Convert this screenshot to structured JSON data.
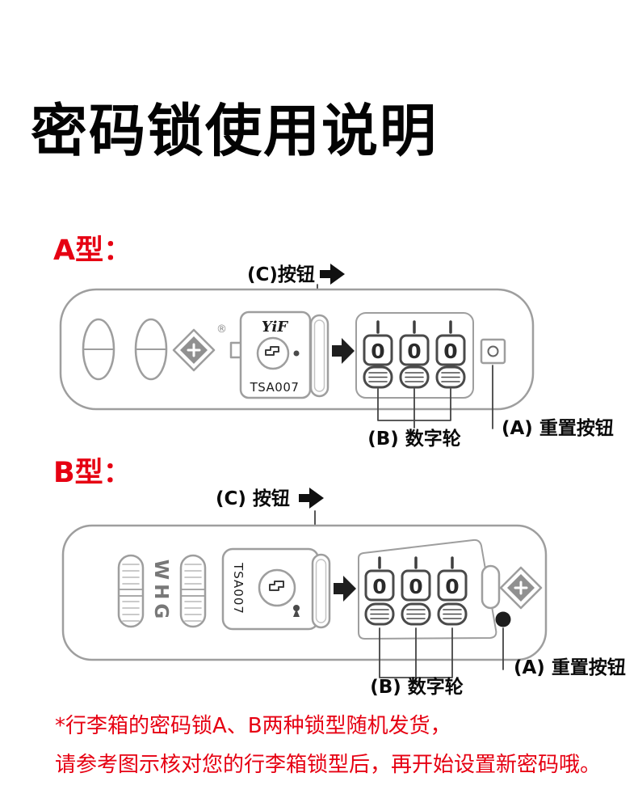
{
  "title": "密码锁使用说明",
  "colors": {
    "accent_red": "#e60012",
    "line_gray": "#9e9e9e",
    "text_dark": "#111111"
  },
  "type_a": {
    "label": "A型：",
    "c_button_label": "(C)按钮",
    "reset_button_label": "(A) 重置按钮",
    "number_wheel_label": "(B) 数字轮",
    "panel": {
      "brand": "YiF",
      "model": "TSA007"
    },
    "registered_mark": "®",
    "wheel_digits": [
      "0",
      "0",
      "0"
    ]
  },
  "type_b": {
    "label": "B型：",
    "c_button_label": "(C) 按钮",
    "reset_button_label": "(A) 重置按钮",
    "number_wheel_label": "(B) 数字轮",
    "panel": {
      "brand": "WHG",
      "model": "TSA007"
    },
    "wheel_digits": [
      "0",
      "0",
      "0"
    ]
  },
  "footnote": {
    "line1": "*行李箱的密码锁A、B两种锁型随机发货，",
    "line2": "请参考图示核对您的行李箱锁型后，再开始设置新密码哦。"
  },
  "icons": {
    "press_direction_arrow": "→",
    "open_direction_arrow": "▷",
    "brand_logo": "diamond",
    "keyhole_symbol": "tsa-key"
  }
}
